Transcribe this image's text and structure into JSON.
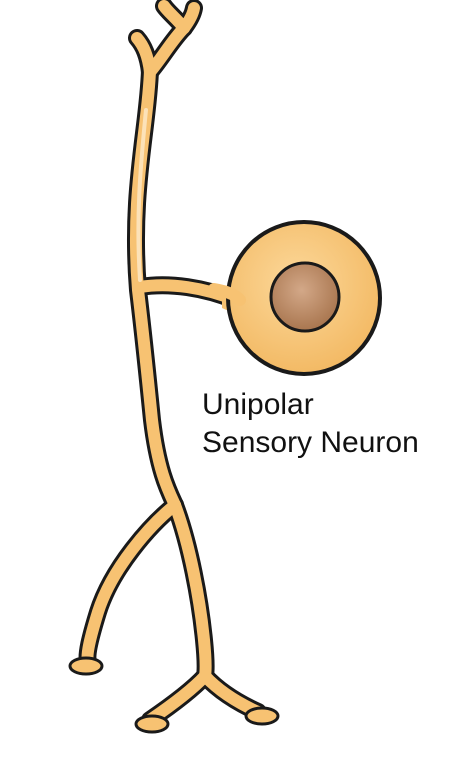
{
  "diagram": {
    "label_line_1": "Unipolar",
    "label_line_2": "Sensory Neuron"
  },
  "colors": {
    "membrane_fill": "#F7C272",
    "membrane_highlight": "#FCE2B8",
    "outline": "#1A1A1A",
    "nucleus_fill": "#B98660",
    "nucleus_center": "#CDA17E"
  },
  "icons": {
    "cell_body": "circle",
    "nucleus": "circle"
  }
}
